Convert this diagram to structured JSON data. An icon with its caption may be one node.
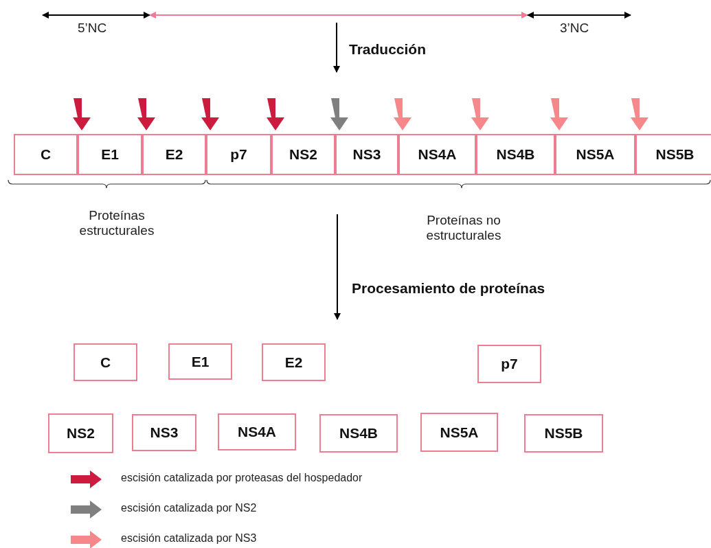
{
  "diagram": {
    "nodes": [
      {
        "text": [
          "C"
        ]
      },
      {
        "text": [
          "E1"
        ]
      },
      {
        "text": [
          "E2"
        ]
      },
      {
        "text": [
          "p7"
        ]
      },
      {
        "text": [
          "NS2"
        ]
      },
      {
        "text": [
          "NS3"
        ]
      },
      {
        "text": [
          "NS4A"
        ]
      },
      {
        "text": [
          "NS4B"
        ]
      },
      {
        "text": [
          "NS5A"
        ]
      },
      {
        "text": [
          "NS5B"
        ]
      },
      {
        "text": [
          "C"
        ]
      },
      {
        "text": [
          "E1"
        ]
      },
      {
        "text": [
          "E2"
        ]
      },
      {
        "text": [
          "p7"
        ]
      },
      {
        "text": [
          "NS2"
        ]
      },
      {
        "text": [
          "NS3"
        ]
      },
      {
        "text": [
          "NS4A"
        ]
      },
      {
        "text": [
          "NS4B"
        ]
      },
      {
        "text": [
          "NS5A"
        ]
      },
      {
        "text": [
          "NS5B"
        ]
      }
    ],
    "edges": [
      {
        "from": null,
        "to": 1,
        "arrow": "to",
        "style": "thick",
        "color": "#cc1b3f"
      },
      {
        "from": null,
        "to": 2,
        "arrow": "to",
        "style": "thick",
        "color": "#cc1b3f"
      },
      {
        "from": null,
        "to": 3,
        "arrow": "to",
        "style": "thick",
        "color": "#cc1b3f"
      },
      {
        "from": null,
        "to": 4,
        "arrow": "to",
        "style": "thick",
        "color": "#cc1b3f"
      },
      {
        "from": null,
        "to": 5,
        "arrow": "to",
        "style": "thick",
        "color": "#7f7f7f"
      },
      {
        "from": null,
        "to": 6,
        "arrow": "to",
        "style": "thick",
        "color": "#f6878a"
      },
      {
        "from": null,
        "to": 7,
        "arrow": "to",
        "style": "thick",
        "color": "#f6878a"
      },
      {
        "from": null,
        "to": 8,
        "arrow": "to",
        "style": "thick",
        "color": "#f6878a"
      },
      {
        "from": null,
        "to": 9,
        "arrow": "to",
        "style": "thick",
        "color": "#f6878a"
      }
    ],
    "labels": [
      "5’NC",
      "3’NC",
      "Traducción",
      "Proteínas estructurales",
      "Proteínas no estructurales",
      "Procesamiento de proteínas"
    ],
    "legend": [
      {
        "text": "escisión catalizada por proteasas del hospedador",
        "color": "#cc1b3f"
      },
      {
        "text": "escisión catalizada por NS2",
        "color": "#7f7f7f"
      },
      {
        "text": "escisión catalizada por NS3",
        "color": "#f6878a"
      }
    ]
  }
}
